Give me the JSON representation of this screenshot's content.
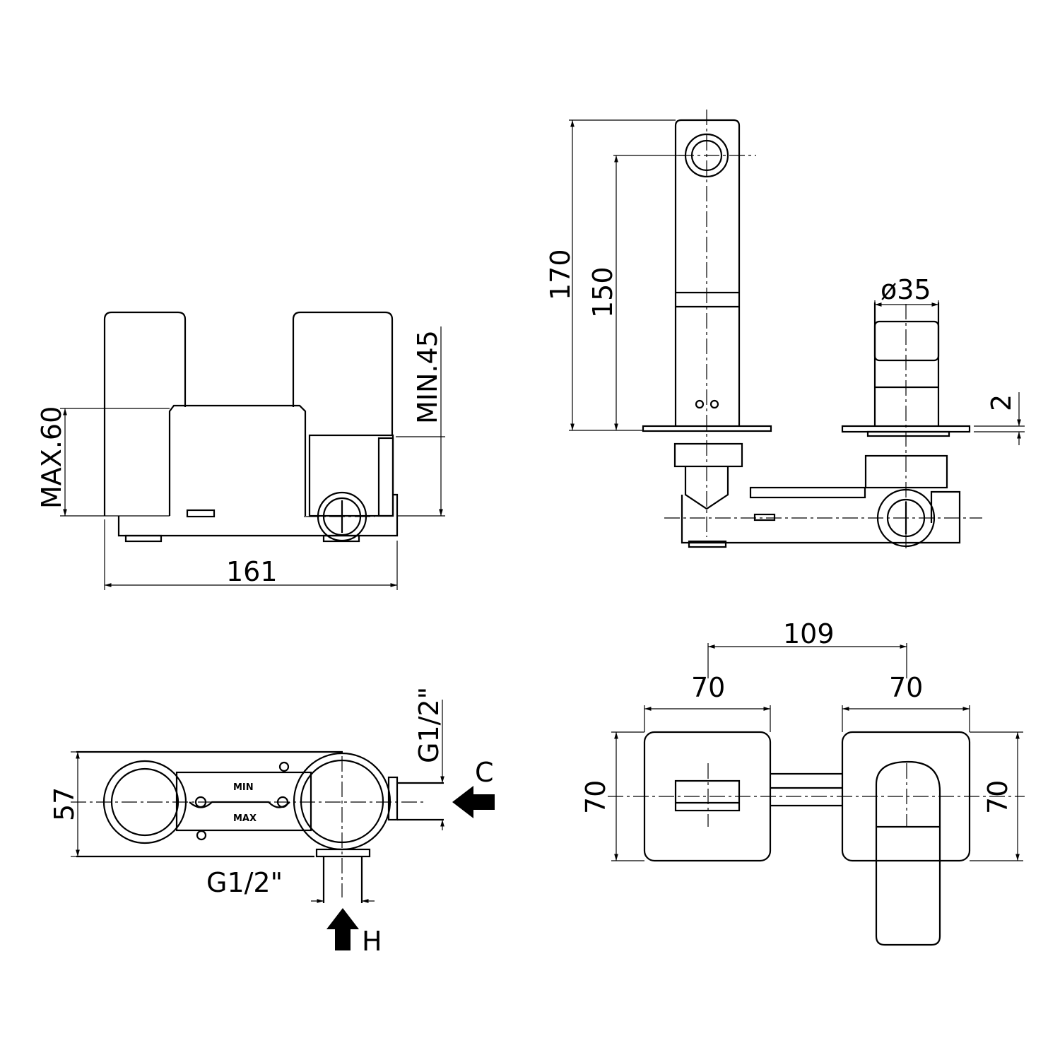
{
  "front_view": {
    "max_label": "MAX.60",
    "min_label": "MIN.45",
    "width_label": "161"
  },
  "side_view": {
    "height_total": "170",
    "height_outlet": "150",
    "diameter": "ø35",
    "plate": "2"
  },
  "top_view": {
    "depth": "57",
    "inlet_cold": "G1/2\"",
    "cold_letter": "C",
    "inlet_hot": "G1/2\"",
    "hot_letter": "H",
    "min_mark": "MIN",
    "max_mark": "MAX"
  },
  "plate_view": {
    "spacing": "109",
    "left_width": "70",
    "right_width": "70",
    "left_height": "70",
    "right_height": "70"
  }
}
